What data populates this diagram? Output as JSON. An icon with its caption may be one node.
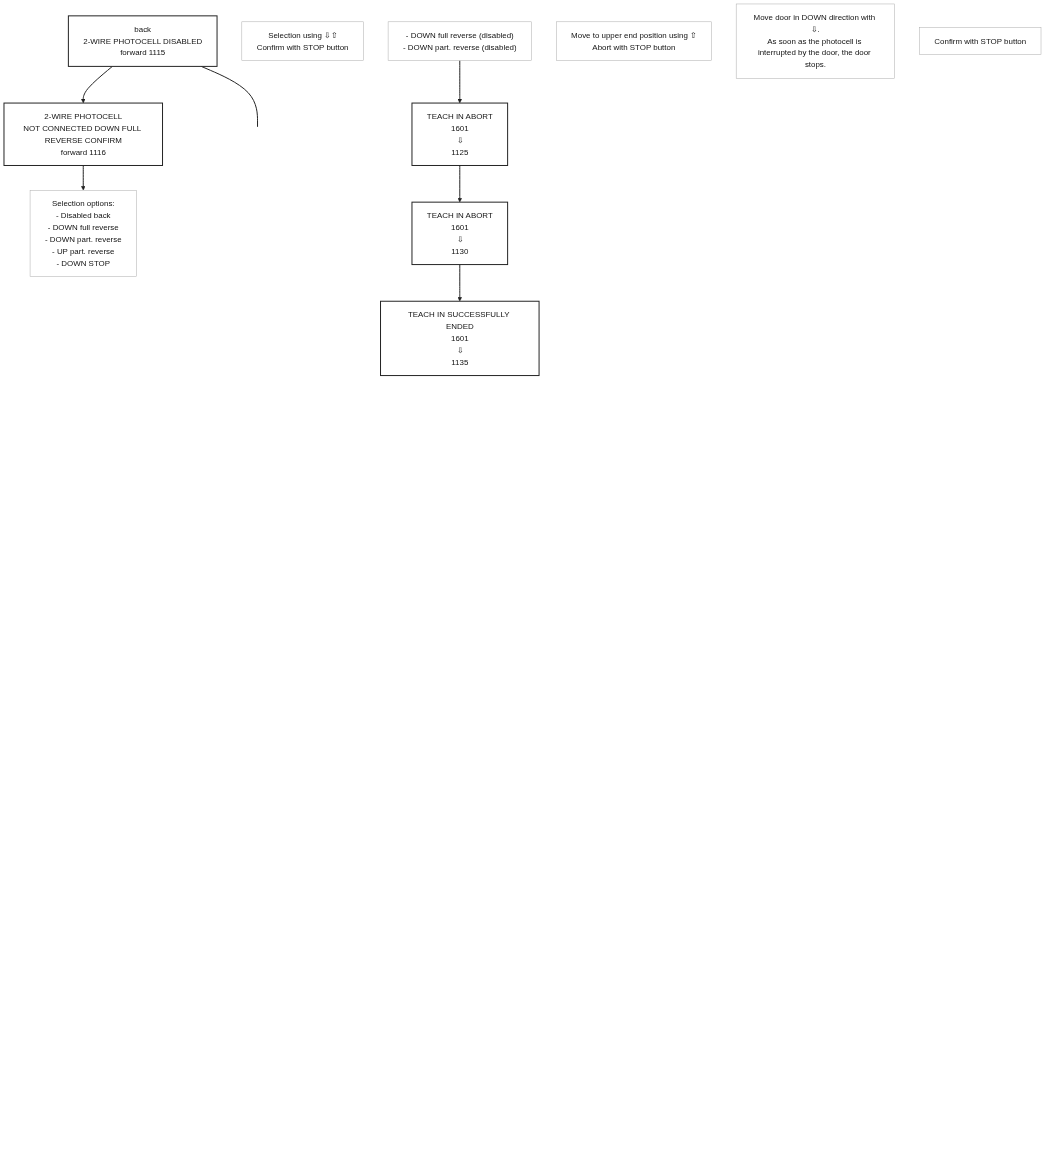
{
  "diagram": {
    "nodes": [
      {
        "text": [
          "back",
          "2-WIRE PHOTOCELL DISABLED",
          "forward 1115"
        ]
      },
      {
        "text": [
          "2-WIRE PHOTOCELL",
          "NOT CONNECTED DOWN FULL REVERSE CONFIRM",
          "forward 1116"
        ]
      },
      {
        "text": [
          "Selection using ⇩⇧",
          "Confirm with STOP button"
        ]
      },
      {
        "text": [
          "Selection options:",
          "- Disabled back",
          "- DOWN full reverse",
          "- DOWN part. reverse",
          "- UP part. reverse",
          "- DOWN STOP"
        ]
      },
      {
        "text": [
          "- DOWN full reverse (disabled)",
          "- DOWN part. reverse (disabled)"
        ]
      },
      {
        "text": [
          "TEACH IN ABORT",
          "1601",
          "⇩",
          "1125"
        ]
      },
      {
        "text": [
          "Move to upper end position using ⇧",
          "Abort with STOP button"
        ]
      },
      {
        "text": [
          "TEACH IN ABORT",
          "1601",
          "⇩",
          "1130"
        ]
      },
      {
        "text": [
          "Move door in DOWN direction with ⇩.",
          "As soon as the photocell is interrupted by the door, the door stops."
        ]
      },
      {
        "text": [
          "TEACH IN SUCCESSFULLY ENDED",
          "1601",
          "⇩",
          "1135"
        ]
      },
      {
        "text": [
          "Confirm with STOP button"
        ]
      }
    ],
    "edges": [
      {
        "from": 0,
        "to": 1,
        "arrow": "to"
      },
      {
        "from": 0,
        "to": null,
        "arrow": "none"
      },
      {
        "from": 1,
        "to": 3,
        "arrow": "to"
      },
      {
        "from": 4,
        "to": 5,
        "arrow": "to"
      },
      {
        "from": 5,
        "to": 7,
        "arrow": "to"
      },
      {
        "from": 7,
        "to": 9,
        "arrow": "to"
      }
    ]
  }
}
